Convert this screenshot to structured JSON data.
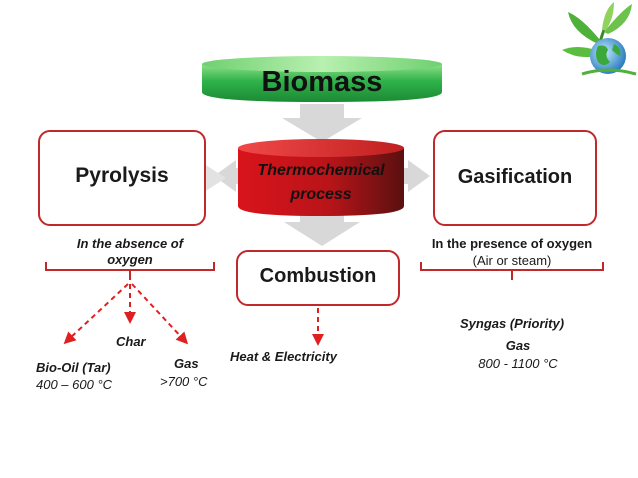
{
  "diagram": {
    "title": "Biomass",
    "center_label_line1": "Thermochemical",
    "center_label_line2": "process",
    "pyrolysis": {
      "label": "Pyrolysis",
      "condition_line1": "In the absence of",
      "condition_line2": "oxygen",
      "products": {
        "char": "Char",
        "bio_oil": "Bio-Oil (Tar)",
        "bio_oil_temp": "400 – 600 °C",
        "gas": "Gas",
        "gas_temp": ">700 °C"
      }
    },
    "gasification": {
      "label": "Gasification",
      "condition_line1": "In the presence of oxygen",
      "condition_line2": "(Air or steam)",
      "product": "Syngas (Priority)",
      "gas": "Gas",
      "gas_temp": "800  - 1100 °C"
    },
    "combustion": {
      "label": "Combustion",
      "product": "Heat & Electricity"
    },
    "colors": {
      "accent_red": "#c0282b",
      "biomass_green": "#2fb24a",
      "arrow_gray": "#d4d4d4"
    },
    "logo_icon": "green-globe-plant-icon"
  }
}
